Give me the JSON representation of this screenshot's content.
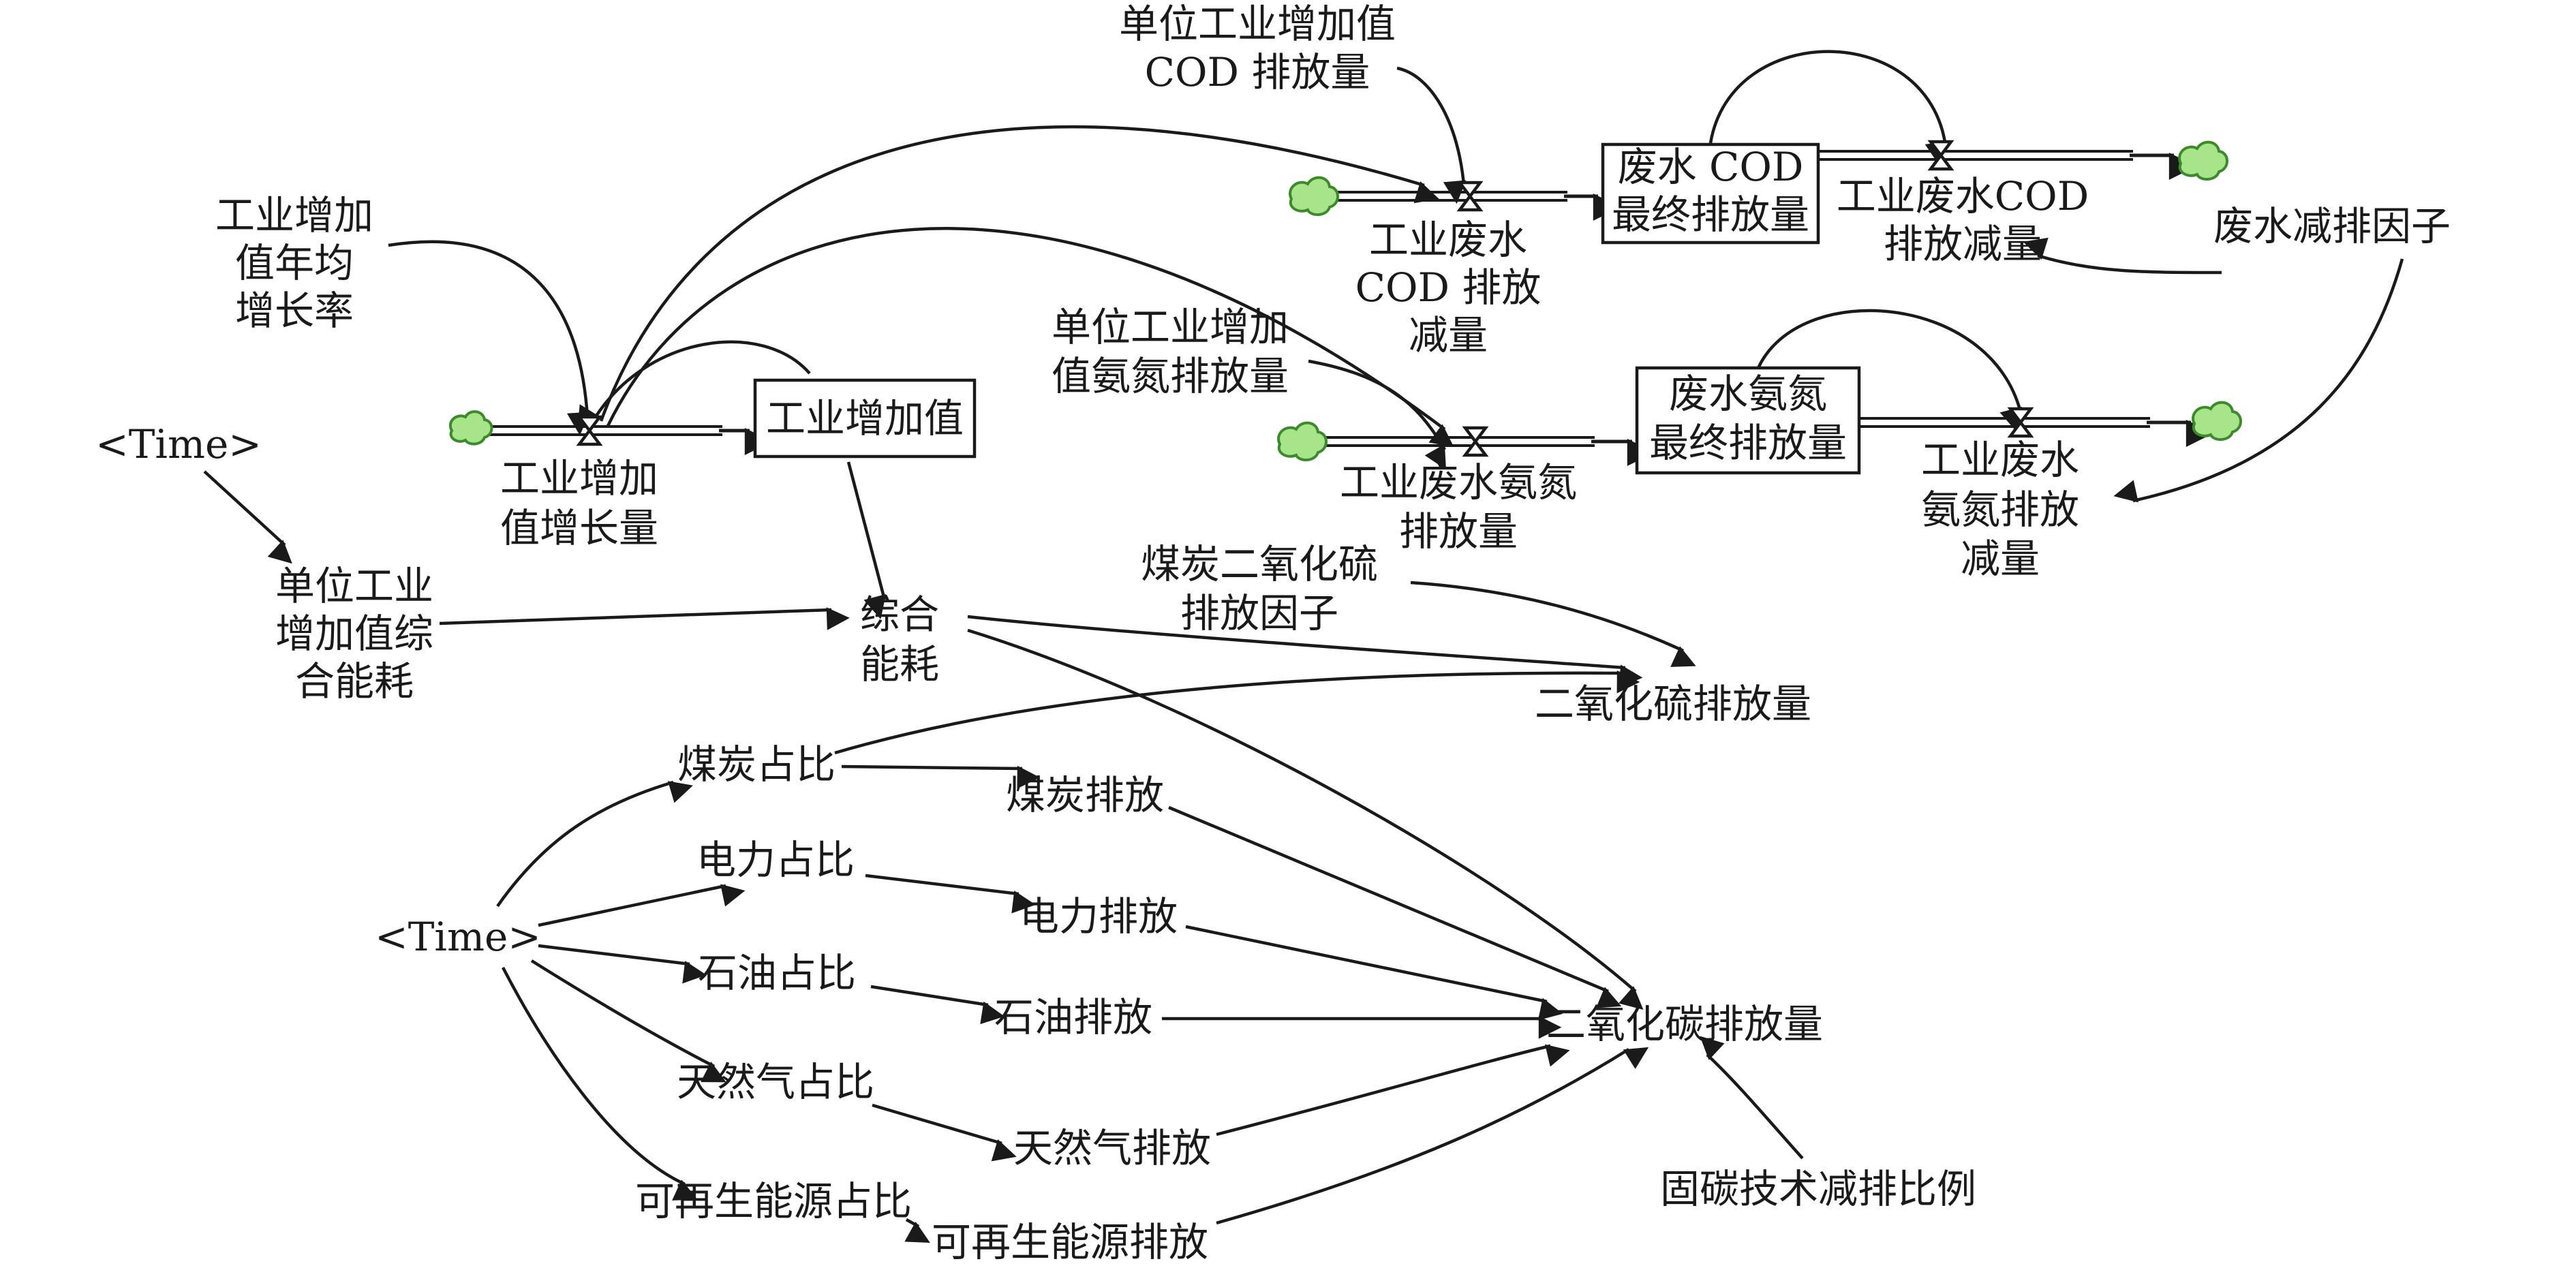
{
  "stocks": {
    "industrial_value_added": "工业增加值",
    "cod_final_line1": "废水 COD",
    "cod_final_line2": "最终排放量",
    "ammonia_final_line1": "废水氨氮",
    "ammonia_final_line2": "最终排放量"
  },
  "flows": {
    "value_added_growth": [
      "工业增加",
      "值增长量"
    ],
    "cod_reduction_in": [
      "工业废水",
      "COD 排放",
      "减量"
    ],
    "cod_reduction_out": [
      "工业废水COD",
      "排放减量"
    ],
    "ammonia_emission_in": [
      "工业废水氨氮",
      "排放量"
    ],
    "ammonia_reduction_out": [
      "工业废水",
      "氨氮排放",
      "减量"
    ]
  },
  "variables": {
    "growth_rate": [
      "工业增加",
      "值年均",
      "增长率"
    ],
    "time_top": "<Time>",
    "energy_per_unit": [
      "单位工业",
      "增加值综",
      "合能耗"
    ],
    "comprehensive_energy": [
      "综合",
      "能耗"
    ],
    "cod_per_unit": [
      "单位工业增加值",
      "COD 排放量"
    ],
    "ammonia_per_unit": [
      "单位工业增加",
      "值氨氮排放量"
    ],
    "wastewater_factor": "废水减排因子",
    "coal_so2_factor": [
      "煤炭二氧化硫",
      "排放因子"
    ],
    "so2_emission": "二氧化硫排放量",
    "time_bottom": "<Time>",
    "coal_share": "煤炭占比",
    "coal_emission": "煤炭排放",
    "power_share": "电力占比",
    "power_emission": "电力排放",
    "oil_share": "石油占比",
    "oil_emission": "石油排放",
    "gas_share": "天然气占比",
    "gas_emission": "天然气排放",
    "renew_share": "可再生能源占比",
    "renew_emission": "可再生能源排放",
    "co2_emission": "二氧化碳排放量",
    "carbon_fixation": "固碳技术减排比例"
  },
  "colors": {
    "ink": "#1a1a1a",
    "cloud_fill": "#a8e58a",
    "cloud_stroke": "#3c8a2c"
  }
}
